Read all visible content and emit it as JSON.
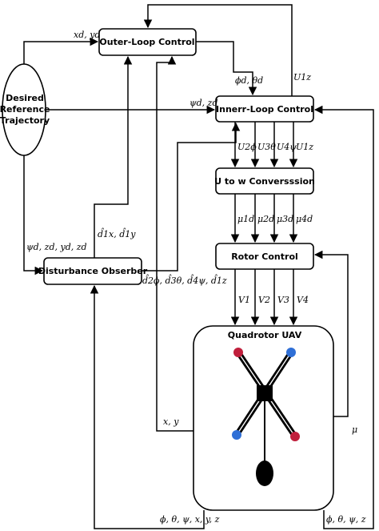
{
  "blocks": {
    "desired_reference": [
      "Desired",
      "Reference",
      "Trajectory"
    ],
    "outer_loop": "Outer-Loop Control",
    "inner_loop": "Innerr-Loop Control",
    "u_to_w": "U to w Conversssion",
    "rotor_control": "Rotor Control",
    "disturbance_observer": "Disturbance Obserber",
    "quadrotor": "Quadrotor UAV"
  },
  "signals": {
    "xd_yd": "xd, yd",
    "phid_thetad": "ϕd, θd",
    "u1z_top": "U1z",
    "psid_zd": "ψd, zd",
    "u_signals": [
      "U2ϕ",
      "U3θ",
      "U4ψ",
      "U1z"
    ],
    "mu_signals": [
      "μ1d",
      "μ2d",
      "μ3d",
      "μ4d"
    ],
    "v_signals": [
      "V1",
      "V2",
      "V3",
      "V4"
    ],
    "observer_input": "ψd, zd, yd, zd",
    "d1_estimates": "d̂1x, d̂1y",
    "d_estimates": "d̂2ϕ, d̂3θ, d̂4ψ, d̂1z",
    "xy": "x, y",
    "mu": "μ",
    "state_bottom_left": "ϕ, θ, ψ, x, y, z",
    "state_bottom_right": "ϕ, θ, ψ, z"
  },
  "colors": {
    "rotor_front": "#c01f3c",
    "rotor_back": "#2f6fd6",
    "frame": "#000000"
  }
}
